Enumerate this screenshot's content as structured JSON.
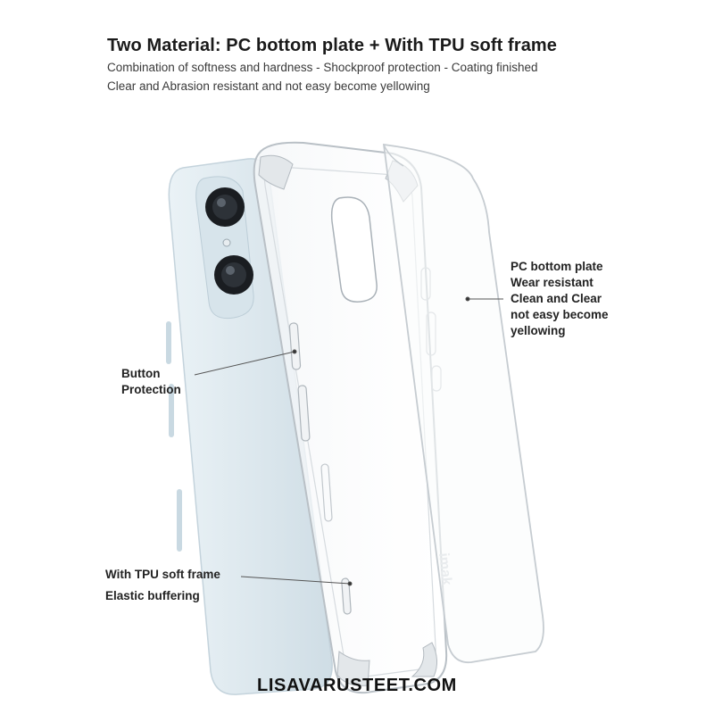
{
  "header": {
    "title": "Two Material:  PC bottom plate + With TPU soft frame",
    "subtitle_line1": "Combination of softness and hardness - Shockproof protection - Coating finished",
    "subtitle_line2": "Clear and Abrasion resistant and not easy become yellowing"
  },
  "callouts": {
    "pc_plate": [
      "PC bottom plate",
      "Wear resistant",
      "Clean and Clear",
      "not easy become",
      "yellowing"
    ],
    "button": [
      "Button",
      "Protection"
    ],
    "tpu": [
      "With TPU soft frame",
      "Elastic buffering"
    ]
  },
  "case_brand": "imak",
  "footer": {
    "watermark": "LISAVARUSTEET.COM"
  },
  "colors": {
    "phone_body": "#dbe7ee",
    "clear_case_edge": "#c9ced3",
    "text": "#222222"
  }
}
